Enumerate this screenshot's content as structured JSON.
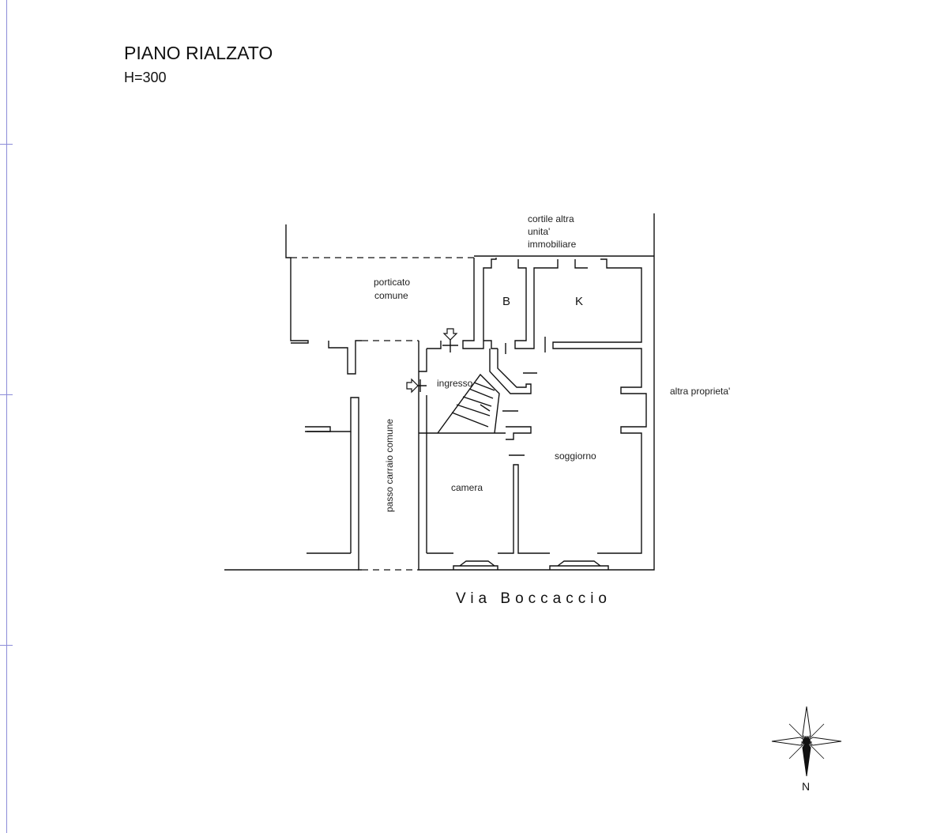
{
  "header": {
    "title": "PIANO RIALZATO",
    "height_note": "H=300"
  },
  "labels": {
    "cortile_line1": "cortile altra",
    "cortile_line2": "unita'",
    "cortile_line3": "immobiliare",
    "porticato_line1": "porticato",
    "porticato_line2": "comune",
    "bath": "B",
    "kitchen": "K",
    "ingresso": "ingresso",
    "passo_carraio": "passo carraio comune",
    "altra_proprieta": "altra proprieta'",
    "soggiorno": "soggiorno",
    "camera": "camera",
    "street": "Via Boccaccio",
    "north": "N"
  },
  "colors": {
    "lines": "#111111",
    "margin_guide": "#8c8cd8"
  },
  "icons": [
    "compass-rose-icon",
    "entrance-arrow-icon"
  ]
}
